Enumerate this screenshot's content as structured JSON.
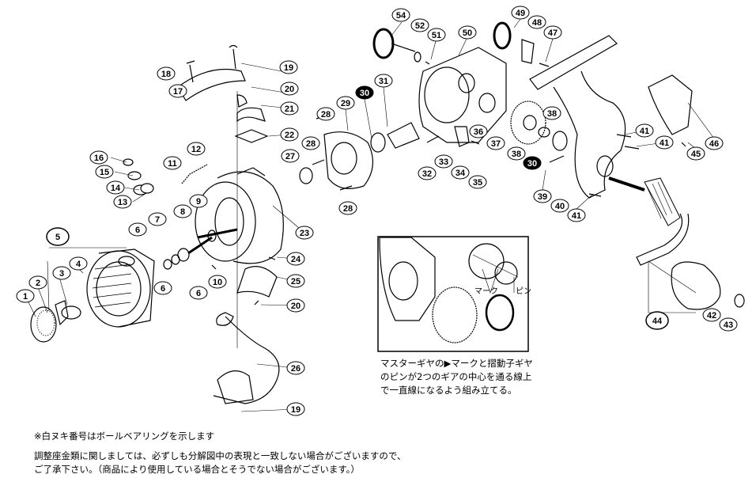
{
  "diagram": {
    "part_labels": [
      "18",
      "19",
      "17",
      "20",
      "21",
      "22",
      "16",
      "15",
      "14",
      "13",
      "11",
      "12",
      "28",
      "29",
      "30",
      "31",
      "28",
      "27",
      "28",
      "54",
      "52",
      "51",
      "50",
      "49",
      "48",
      "47",
      "36",
      "37",
      "38",
      "38",
      "30",
      "39",
      "40",
      "41",
      "41",
      "41",
      "45",
      "46",
      "32",
      "33",
      "34",
      "35",
      "5",
      "6",
      "7",
      "8",
      "9",
      "10",
      "6",
      "6",
      "4",
      "3",
      "2",
      "1",
      "23",
      "24",
      "25",
      "20",
      "26",
      "19",
      "44",
      "42",
      "43"
    ],
    "ball_bearing_labels": [
      "30"
    ],
    "group_labels": [
      "5",
      "44"
    ],
    "inset": {
      "mark_label": "マーク",
      "pin_label": "ピン",
      "caption": [
        "マスターギヤの▶マークと摺動子ギヤ",
        "のピンが2つのギアの中心を通る線上",
        "で一直線になるよう組み立てる。"
      ]
    },
    "notes": {
      "bearing_note": "※白ヌキ番号はボールベアリングを示します",
      "shim_note_1": "調整座金類に関しましては、必ずしも分解図中の表現と一致しない場合がございますので、",
      "shim_note_2": "ご了承下さい。（商品により使用している場合とそうでない場合がございます。）"
    },
    "colors": {
      "line": "#000000",
      "bearing_fill": "#000000",
      "background": "#ffffff"
    }
  }
}
